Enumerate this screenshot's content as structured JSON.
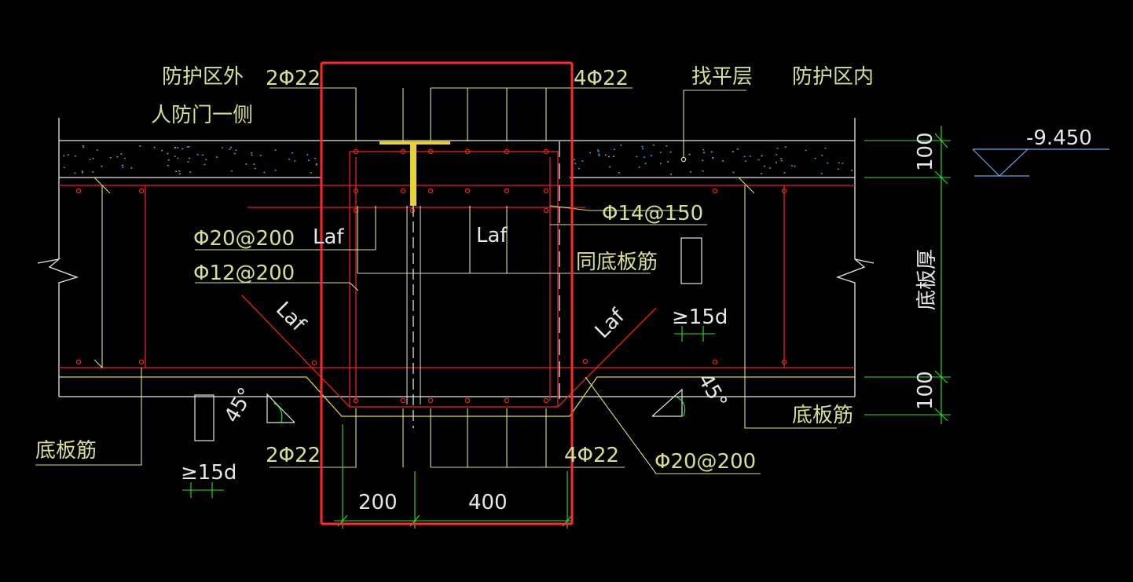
{
  "colors": {
    "background": "#000000",
    "rebar": "#e8231f",
    "leader": "#cfe68a",
    "outline": "#e6e6e6",
    "dimension": "#33dd33",
    "highlight_box": "#ff2a2a",
    "tie_strip": "#e6d13a",
    "hatch_dot": "#3da0e6"
  },
  "labels": {
    "outside_zone": "防护区外",
    "blast_door_side": "人防门一侧",
    "leveling_layer": "找平层",
    "inside_zone": "防护区内",
    "top_left_bars": "2Φ22",
    "top_right_bars": "4Φ22",
    "bottom_left_bars": "2Φ22",
    "bottom_right_bars": "4Φ22",
    "left_bars_1": "Φ20@200",
    "left_bars_2": "Φ12@200",
    "right_bars_1": "Φ14@150",
    "right_note": "同底板筋",
    "bottom_right_bars_2": "Φ20@200",
    "laf_1": "Laf",
    "laf_2": "Laf",
    "laf_3": "Laf",
    "laf_4": "Laf",
    "anchorage_left": "≥15d",
    "anchorage_right": "≥15d",
    "angle_left": "45°",
    "angle_right": "45°",
    "slab_rebar_left": "底板筋",
    "slab_rebar_right": "底板筋",
    "slab_thickness": "底板厚",
    "elevation": "-9.450",
    "dim_top_100": "100",
    "dim_bottom_100": "100",
    "dim_200": "200",
    "dim_400": "400"
  }
}
